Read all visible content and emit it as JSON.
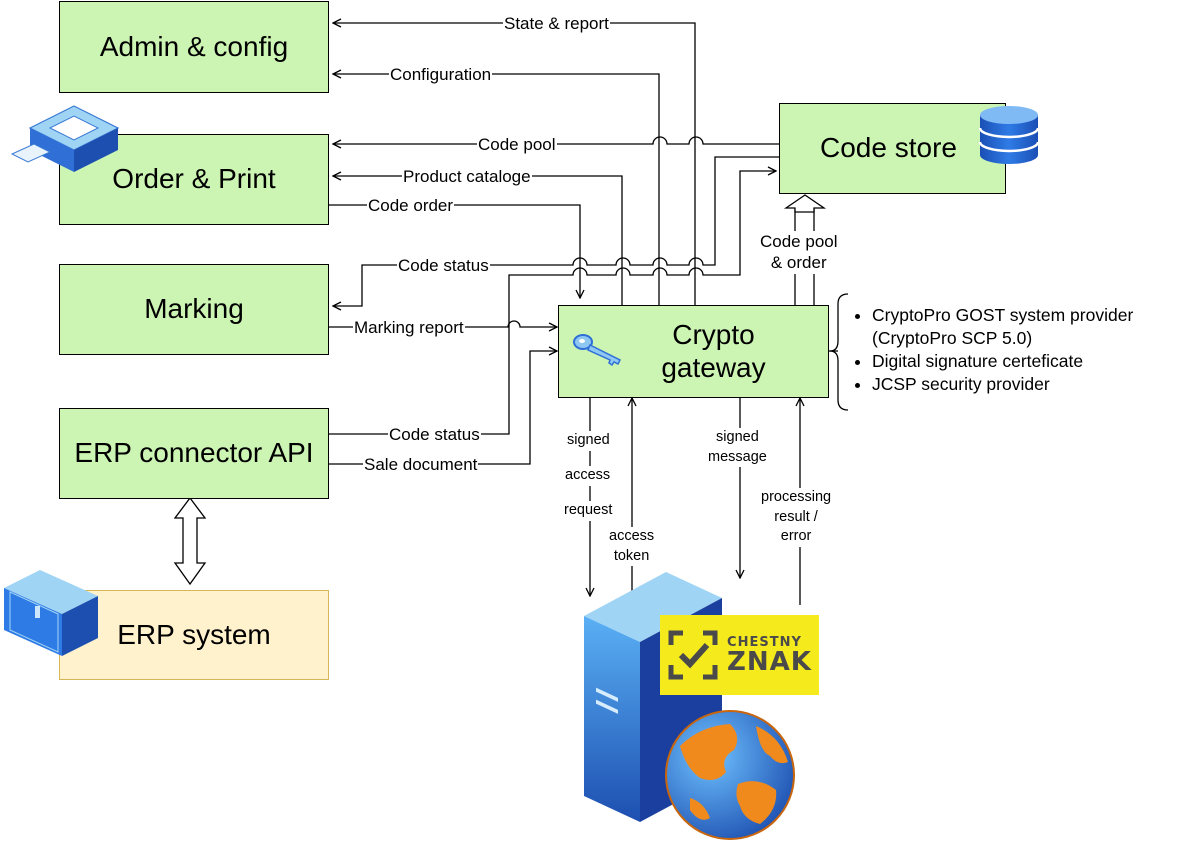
{
  "boxes": {
    "admin": "Admin & config",
    "order_print": "Order & Print",
    "marking": "Marking",
    "erp_connector": "ERP connector API",
    "erp_system": "ERP system",
    "code_store": "Code store",
    "crypto_gateway_line1": "Crypto",
    "crypto_gateway_line2": "gateway"
  },
  "edge_labels": {
    "state_report": "State & report",
    "configuration": "Configuration",
    "code_pool": "Code pool",
    "product_catalogue": "Product cataloge",
    "code_order": "Code order",
    "code_status_top": "Code status",
    "marking_report": "Marking report",
    "code_status_bottom": "Code status",
    "sale_document": "Sale document",
    "code_pool_order_line1": "Code pool",
    "code_pool_order_line2": "& order",
    "signed": "signed",
    "access": "access",
    "request": "request",
    "access_token_line1": "access",
    "access_token_line2": "token",
    "signed_message_line1": "signed",
    "signed_message_line2": "message",
    "processing_line1": "processing",
    "processing_line2": "result /",
    "processing_line3": "error"
  },
  "notes": [
    "CryptoPro GOST system provider",
    "(CryptoPro SCP 5.0)",
    "Digital signature certeficate",
    "JCSP security provider"
  ],
  "logo": {
    "top": "CHESTNY",
    "bottom": "ZNAK",
    "background": "#f4ea1c"
  },
  "colors": {
    "box_fill": "#ccf5b4",
    "erp_system_fill": "#fff2cc",
    "line": "#000000"
  },
  "icons": [
    "printer-icon",
    "database-icon",
    "key-icon",
    "server-icon",
    "globe-icon",
    "erp-server-icon",
    "checkmark-frame-icon"
  ]
}
